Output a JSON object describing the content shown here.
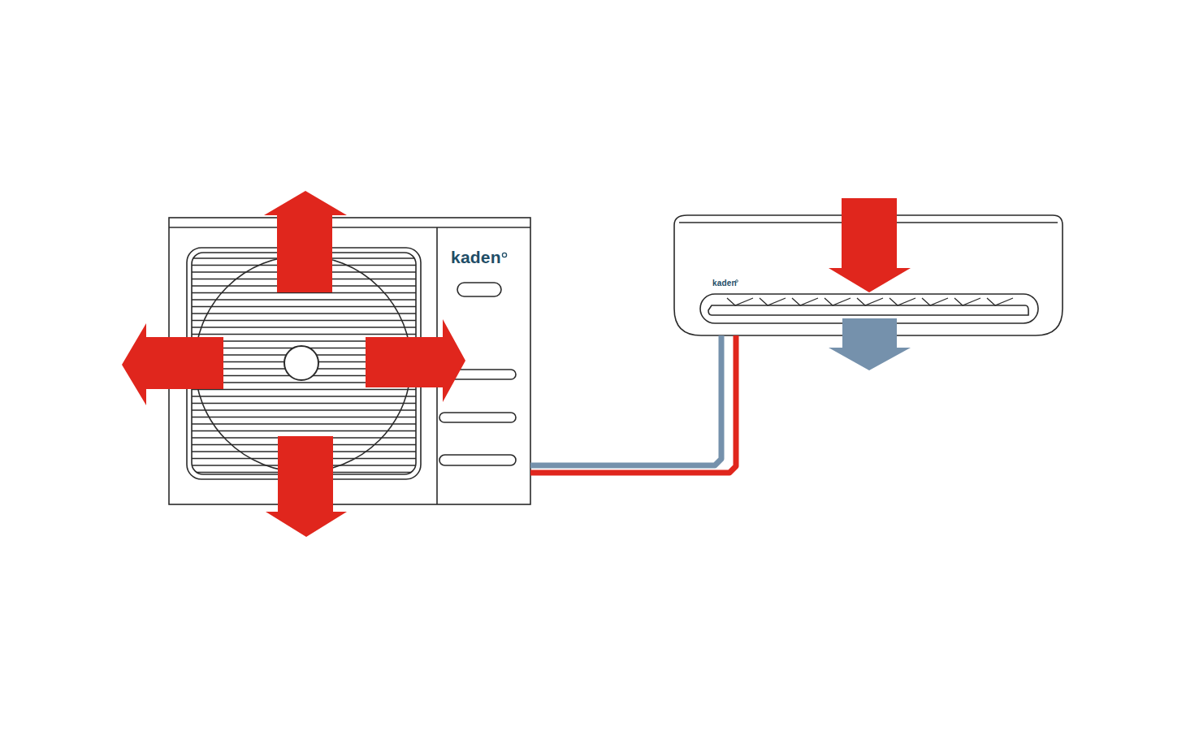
{
  "diagram": {
    "nodes": [
      {
        "text": [
          "kaden"
        ]
      },
      {
        "text": [
          "kaden"
        ]
      }
    ],
    "edges": [
      {
        "from": 0,
        "to": 1,
        "arrow": "none"
      }
    ]
  }
}
